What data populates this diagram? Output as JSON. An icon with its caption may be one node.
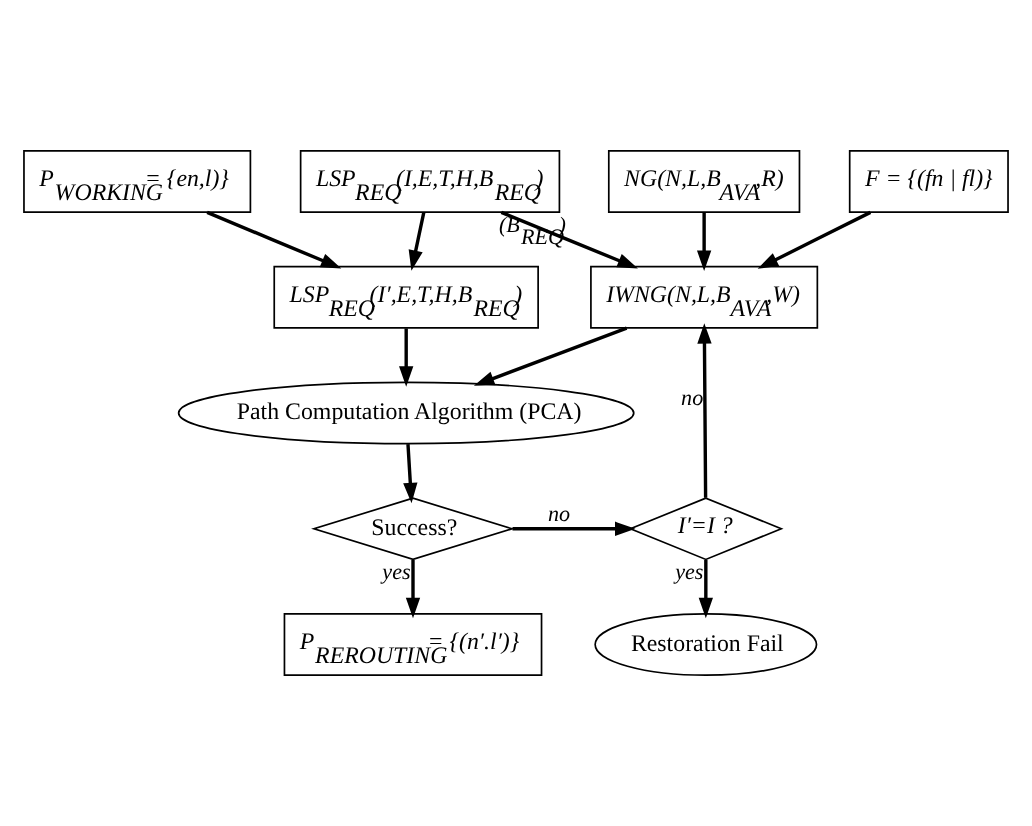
{
  "diagram": {
    "nodes": [
      {
        "text": [
          "NG(N,L,B$_{AVA}$,R)"
        ]
      },
      {
        "text": [
          "F = {(fn | fl)}"
        ]
      },
      {
        "text": [
          "IWNG(N,L,B$_{AVA}$,W)"
        ]
      },
      {
        "text": [
          "LSP$_{REQ}$(I,E,T,H,B$_{REQ}$)"
        ]
      },
      {
        "text": [
          "LSP$_{REQ}$(I′,E,T,H,B$_{REQ}$)"
        ]
      },
      {
        "text": [
          "P$_{WORKING}$ = {en,l)}"
        ]
      },
      {
        "text": [
          "Path Computation Algorithm (PCA)"
        ]
      },
      {
        "text": [
          "I′=I ?"
        ]
      },
      {
        "text": [
          "Success?"
        ]
      },
      {
        "text": [
          "Restoration Fail"
        ]
      },
      {
        "text": [
          "P$_{REROUTING}$ = {(n′.l′)}"
        ]
      }
    ],
    "edges": [
      {
        "from": 0,
        "to": 2,
        "arrow": "to"
      },
      {
        "from": 1,
        "to": 2,
        "arrow": "to"
      },
      {
        "from": 3,
        "to": 2,
        "arrow": "to",
        "label": "(B$_{REQ}$)"
      },
      {
        "from": 3,
        "to": 4,
        "arrow": "to"
      },
      {
        "from": 2,
        "to": 6,
        "arrow": "to"
      },
      {
        "from": 4,
        "to": 6,
        "arrow": "to"
      },
      {
        "from": 5,
        "to": 4,
        "arrow": "to"
      },
      {
        "from": 6,
        "to": 8,
        "arrow": "to"
      },
      {
        "from": 8,
        "to": 7,
        "arrow": "to",
        "label": "no"
      },
      {
        "from": 7,
        "to": 2,
        "arrow": "to",
        "label": "no"
      },
      {
        "from": 7,
        "to": 9,
        "arrow": "to",
        "label": "yes"
      },
      {
        "from": 8,
        "to": 10,
        "arrow": "to",
        "label": "yes"
      }
    ]
  }
}
